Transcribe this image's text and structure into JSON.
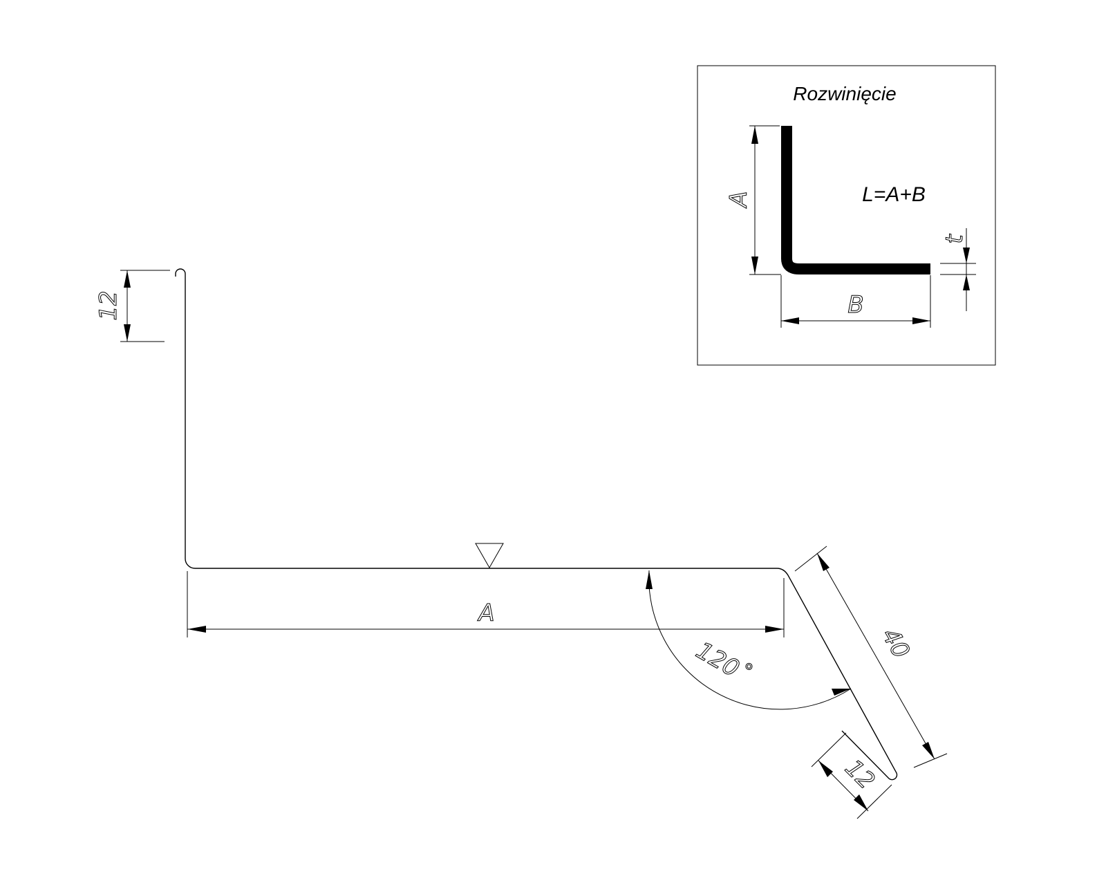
{
  "main_profile": {
    "dim_top_hem": "12",
    "dim_base": "A",
    "dim_angle": "120˚",
    "dim_flange": "40",
    "dim_bottom_hem": "12"
  },
  "inset": {
    "title": "Rozwinięcie",
    "formula": "L=A+B",
    "dim_vertical": "A",
    "dim_horizontal": "B",
    "dim_thickness": "t"
  }
}
